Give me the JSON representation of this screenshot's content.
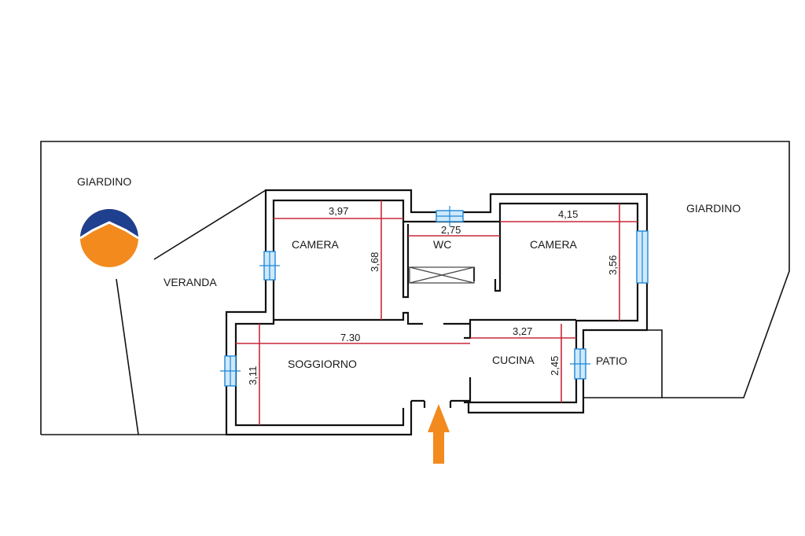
{
  "labels": {
    "giardino_left": "GIARDINO",
    "giardino_right": "GIARDINO",
    "veranda": "VERANDA",
    "camera_left": "CAMERA",
    "camera_right": "CAMERA",
    "wc": "WC",
    "soggiorno": "SOGGIORNO",
    "cucina": "CUCINA",
    "patio": "PATIO"
  },
  "dimensions": {
    "camera_left_width": "3,97",
    "camera_left_depth": "3,68",
    "wc_width": "2,75",
    "camera_right_width": "4,15",
    "camera_right_depth": "3,56",
    "soggiorno_width": "7.30",
    "soggiorno_depth": "3,11",
    "cucina_width": "3,27",
    "cucina_depth": "2,45"
  },
  "colors": {
    "wall": "#111111",
    "dimension_line": "#c8283a",
    "window": "#1e86d6",
    "entrance_arrow": "#f28a1e",
    "logo_blue": "#1f3f8f",
    "logo_orange": "#f28a1e"
  },
  "icons": {
    "logo": "compass-logo-icon",
    "entrance": "entrance-arrow-icon"
  }
}
